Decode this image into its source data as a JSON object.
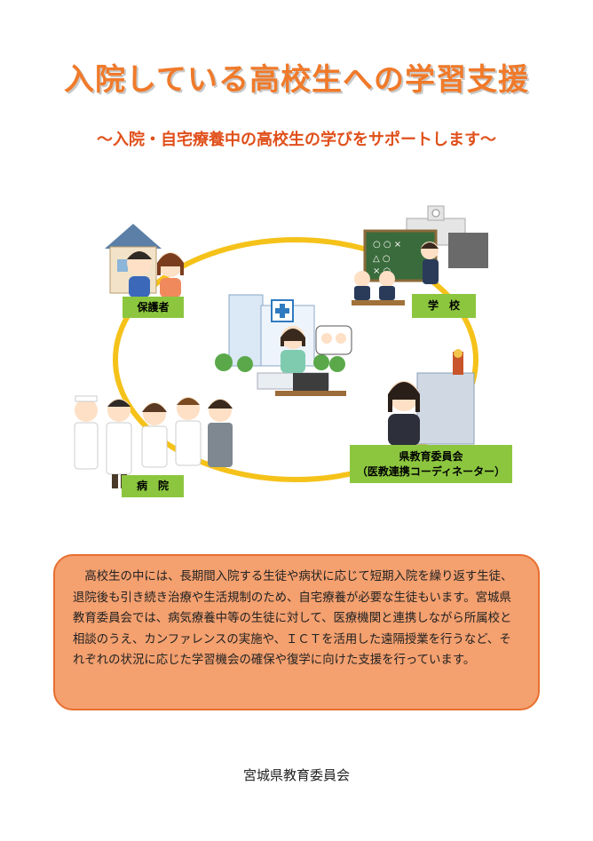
{
  "title": "入院している高校生への学習支援",
  "subtitle": "～入院・自宅療養中の高校生の学びをサポートします～",
  "labels": {
    "guardian": "保護者",
    "school": "学　校",
    "hospital": "病　院",
    "board_line1": "県教育委員会",
    "board_line2": "（医教連携コーディネーター）"
  },
  "colors": {
    "title": "#f07a2a",
    "subtitle": "#e0501b",
    "label_box": "#8cc63f",
    "ring": "#f5c21a",
    "desc_box": "#f4a06f"
  },
  "description": "高校生の中には、長期間入院する生徒や病状に応じて短期入院を繰り返す生徒、退院後も引き続き治療や生活規制のため、自宅療養が必要な生徒もいます。宮城県教育委員会では、病気療養中等の生徒に対して、医療機関と連携しながら所属校と相談のうえ、カンファレンスの実施や、ＩＣＴを活用した遠隔授業を行うなど、それぞれの状況に応じた学習機会の確保や復学に向けた支援を行っています。",
  "footer": "宮城県教育委員会"
}
